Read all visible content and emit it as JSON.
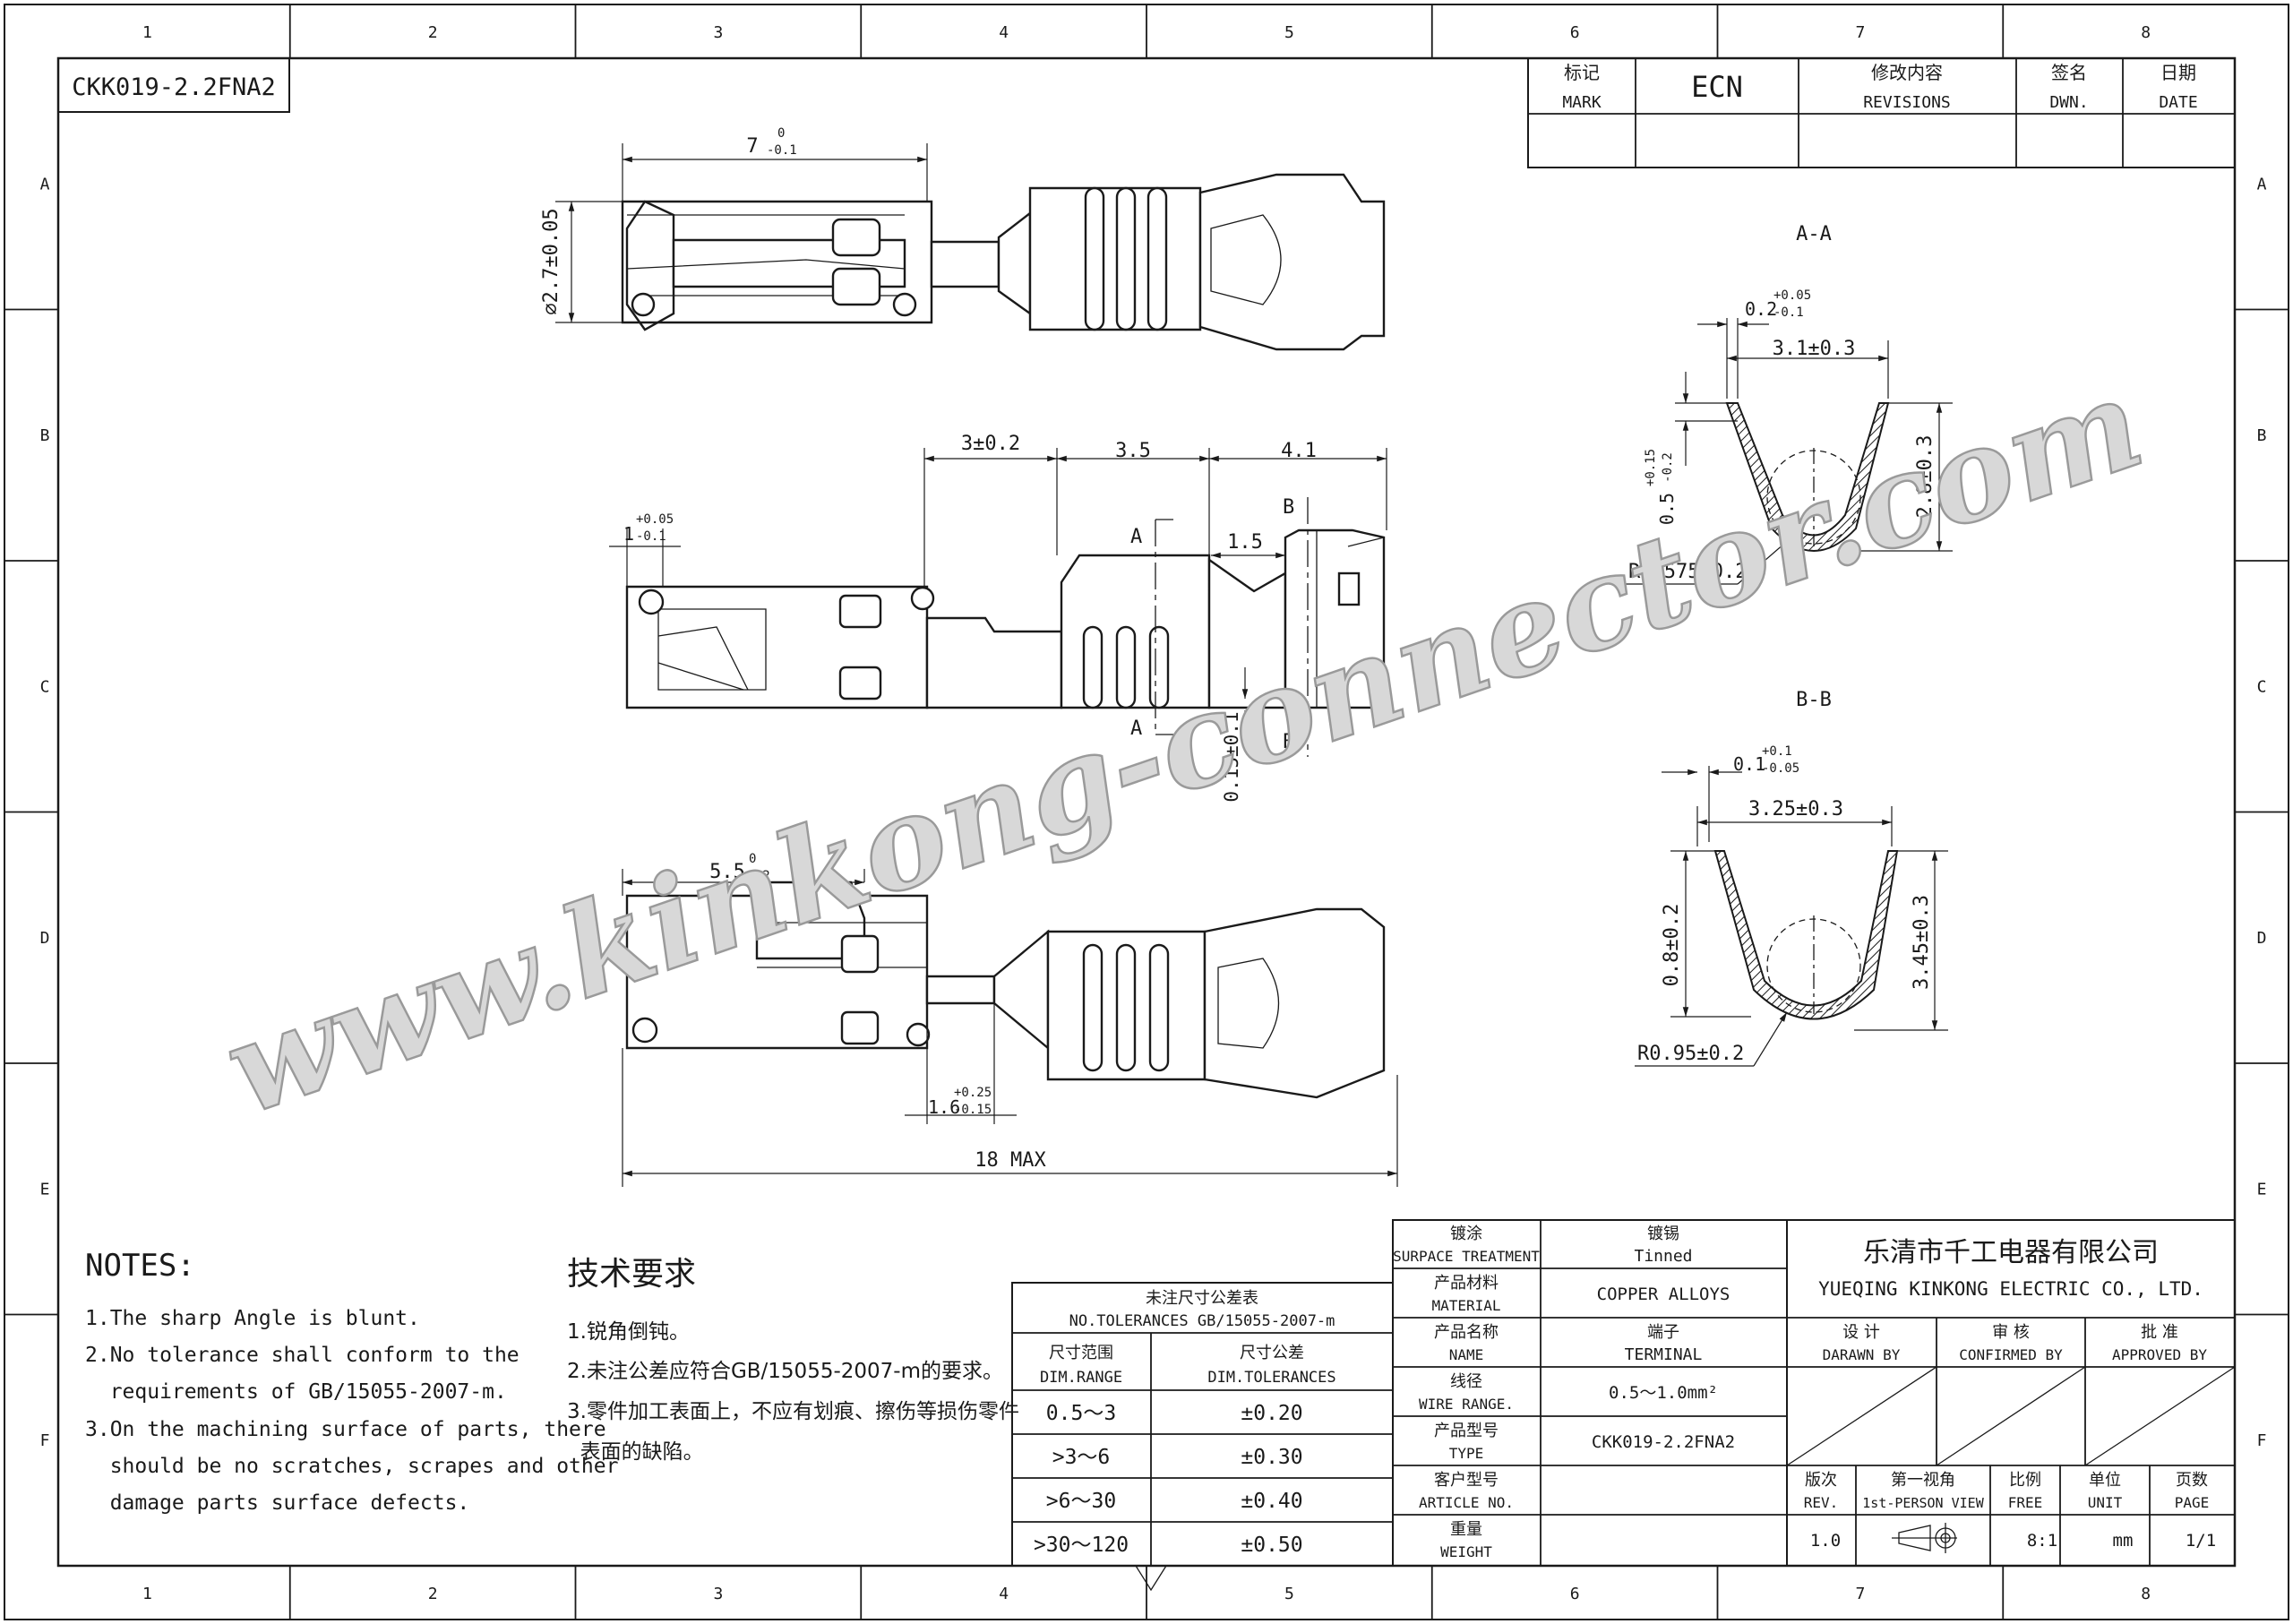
{
  "drawing": {
    "code": "CKK019-2.2FNA2",
    "zone_columns": [
      "1",
      "2",
      "3",
      "4",
      "5",
      "6",
      "7",
      "8"
    ],
    "zone_rows": [
      "A",
      "B",
      "C",
      "D",
      "E",
      "F"
    ]
  },
  "revision_block": {
    "headers": [
      {
        "zh": "标记",
        "en": "MARK"
      },
      {
        "zh": "",
        "en": "ECN"
      },
      {
        "zh": "修改内容",
        "en": "REVISIONS"
      },
      {
        "zh": "签名",
        "en": "DWN."
      },
      {
        "zh": "日期",
        "en": "DATE"
      }
    ]
  },
  "views": {
    "top_dims": {
      "length": "7",
      "length_tol_top": "0",
      "length_tol_bottom": "-0.1",
      "diameter": "⌀2.7±0.05"
    },
    "side_dims": {
      "seg1": "3±0.2",
      "seg2": "3.5",
      "seg3": "4.1",
      "gap": "1.5",
      "tab": "1",
      "tab_tol_top": "+0.05",
      "tab_tol_bottom": "-0.1",
      "thickness": "0.15±0.1",
      "section_a": "A",
      "section_b": "B"
    },
    "bottom_dims": {
      "length": "5.5",
      "length_tol_top": "0",
      "length_tol_bottom": "-0.2",
      "neck": "1.6",
      "neck_tol_top": "+0.25",
      "neck_tol_bottom": "-0.15",
      "overall": "18 MAX"
    },
    "section_aa": {
      "title": "A-A",
      "thickness": "0.2",
      "thickness_tol_top": "+0.05",
      "thickness_tol_bottom": "-0.1",
      "width": "3.1±0.3",
      "height": "2.8±0.3",
      "side": "0.5",
      "side_tol_top": "+0.15",
      "side_tol_bottom": "-0.2",
      "radius": "R0.575±0.2"
    },
    "section_bb": {
      "title": "B-B",
      "thickness": "0.1",
      "thickness_tol_top": "+0.1",
      "thickness_tol_bottom": "-0.05",
      "width": "3.25±0.3",
      "height": "3.45±0.3",
      "side": "0.8±0.2",
      "radius": "R0.95±0.2"
    }
  },
  "watermark": "www.kinkong-connector.com",
  "notes_en": {
    "title": "NOTES:",
    "items": [
      "1.The sharp Angle is blunt.",
      "2.No tolerance shall conform to the",
      "  requirements of GB/15055-2007-m.",
      "3.On the machining surface of parts, there",
      "  should be no scratches, scrapes and other",
      "  damage parts surface defects."
    ]
  },
  "notes_zh": {
    "title": "技术要求",
    "items": [
      "1.锐角倒钝。",
      "2.未注公差应符合GB/15055-2007-m的要求。",
      "3.零件加工表面上，不应有划痕、擦伤等损伤零件",
      "  表面的缺陷。"
    ]
  },
  "tolerance_table": {
    "title_zh": "未注尺寸公差表",
    "title_en": "NO.TOLERANCES GB/15055-2007-m",
    "col1_zh": "尺寸范围",
    "col1_en": "DIM.RANGE",
    "col2_zh": "尺寸公差",
    "col2_en": "DIM.TOLERANCES",
    "rows": [
      {
        "range": "0.5～3",
        "tol": "±0.20"
      },
      {
        "range": ">3～6",
        "tol": "±0.30"
      },
      {
        "range": ">6～30",
        "tol": "±0.40"
      },
      {
        "range": ">30～120",
        "tol": "±0.50"
      }
    ]
  },
  "spec_table": {
    "rows": [
      {
        "zh": "镀涂",
        "en": "SURPACE TREATMENT",
        "value_zh": "镀锡",
        "value": "Tinned"
      },
      {
        "zh": "产品材料",
        "en": "MATERIAL",
        "value_zh": "",
        "value": "COPPER ALLOYS"
      },
      {
        "zh": "产品名称",
        "en": "NAME",
        "value_zh": "端子",
        "value": "TERMINAL"
      },
      {
        "zh": "线径",
        "en": "WIRE RANGE.",
        "value_zh": "",
        "value": "0.5～1.0mm²"
      },
      {
        "zh": "产品型号",
        "en": "TYPE",
        "value_zh": "",
        "value": "CKK019-2.2FNA2"
      },
      {
        "zh": "客户型号",
        "en": "ARTICLE NO.",
        "value_zh": "",
        "value": ""
      },
      {
        "zh": "重量",
        "en": "WEIGHT",
        "value_zh": "",
        "value": ""
      }
    ]
  },
  "company": {
    "name_zh": "乐清市千工电器有限公司",
    "name_en": "YUEQING KINKONG ELECTRIC CO., LTD.",
    "roles": [
      {
        "zh": "设 计",
        "en": "DARAWN BY"
      },
      {
        "zh": "审 核",
        "en": "CONFIRMED BY"
      },
      {
        "zh": "批 准",
        "en": "APPROVED BY"
      }
    ],
    "info_headers": [
      {
        "zh": "版次",
        "en": "REV."
      },
      {
        "zh": "第一视角",
        "en": "1st-PERSON VIEW"
      },
      {
        "zh": "比例",
        "en": "FREE"
      },
      {
        "zh": "单位",
        "en": "UNIT"
      },
      {
        "zh": "页数",
        "en": "PAGE"
      }
    ],
    "info_values": {
      "rev": "1.0",
      "scale": "8:1",
      "unit": "mm",
      "page": "1/1"
    }
  }
}
